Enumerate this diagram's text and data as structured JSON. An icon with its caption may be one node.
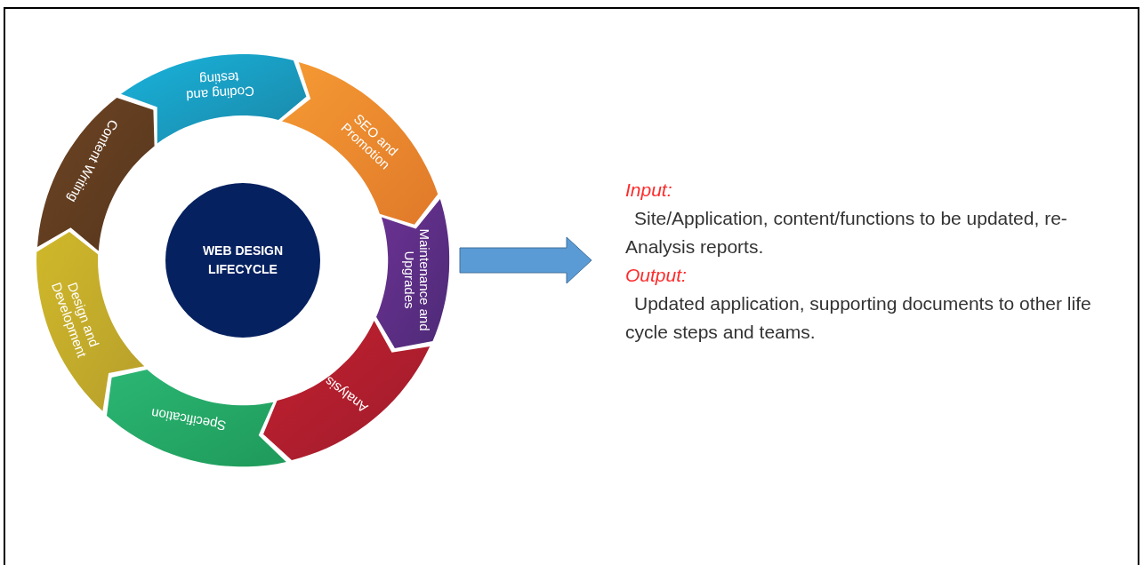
{
  "diagram": {
    "nodes": [
      {
        "text": [
          "WEB DESIGN LIFECYCLE"
        ]
      },
      {
        "text": [
          "Coding and testing"
        ]
      },
      {
        "text": [
          "SEO and Promotion"
        ]
      },
      {
        "text": [
          "Maintenance and Upgrades"
        ]
      },
      {
        "text": [
          "Analysis"
        ]
      },
      {
        "text": [
          "Specification"
        ]
      },
      {
        "text": [
          "Design and Development"
        ]
      },
      {
        "text": [
          "Content Writing"
        ]
      },
      {
        "text": [
          "Input:",
          "Site/Application, content/functions to be updated, re-Analysis reports.",
          "Output:",
          "Updated application, supporting documents to other life cycle steps and teams."
        ]
      }
    ],
    "edges": [
      {
        "from": 3,
        "to": 8,
        "arrow": "to"
      }
    ]
  }
}
